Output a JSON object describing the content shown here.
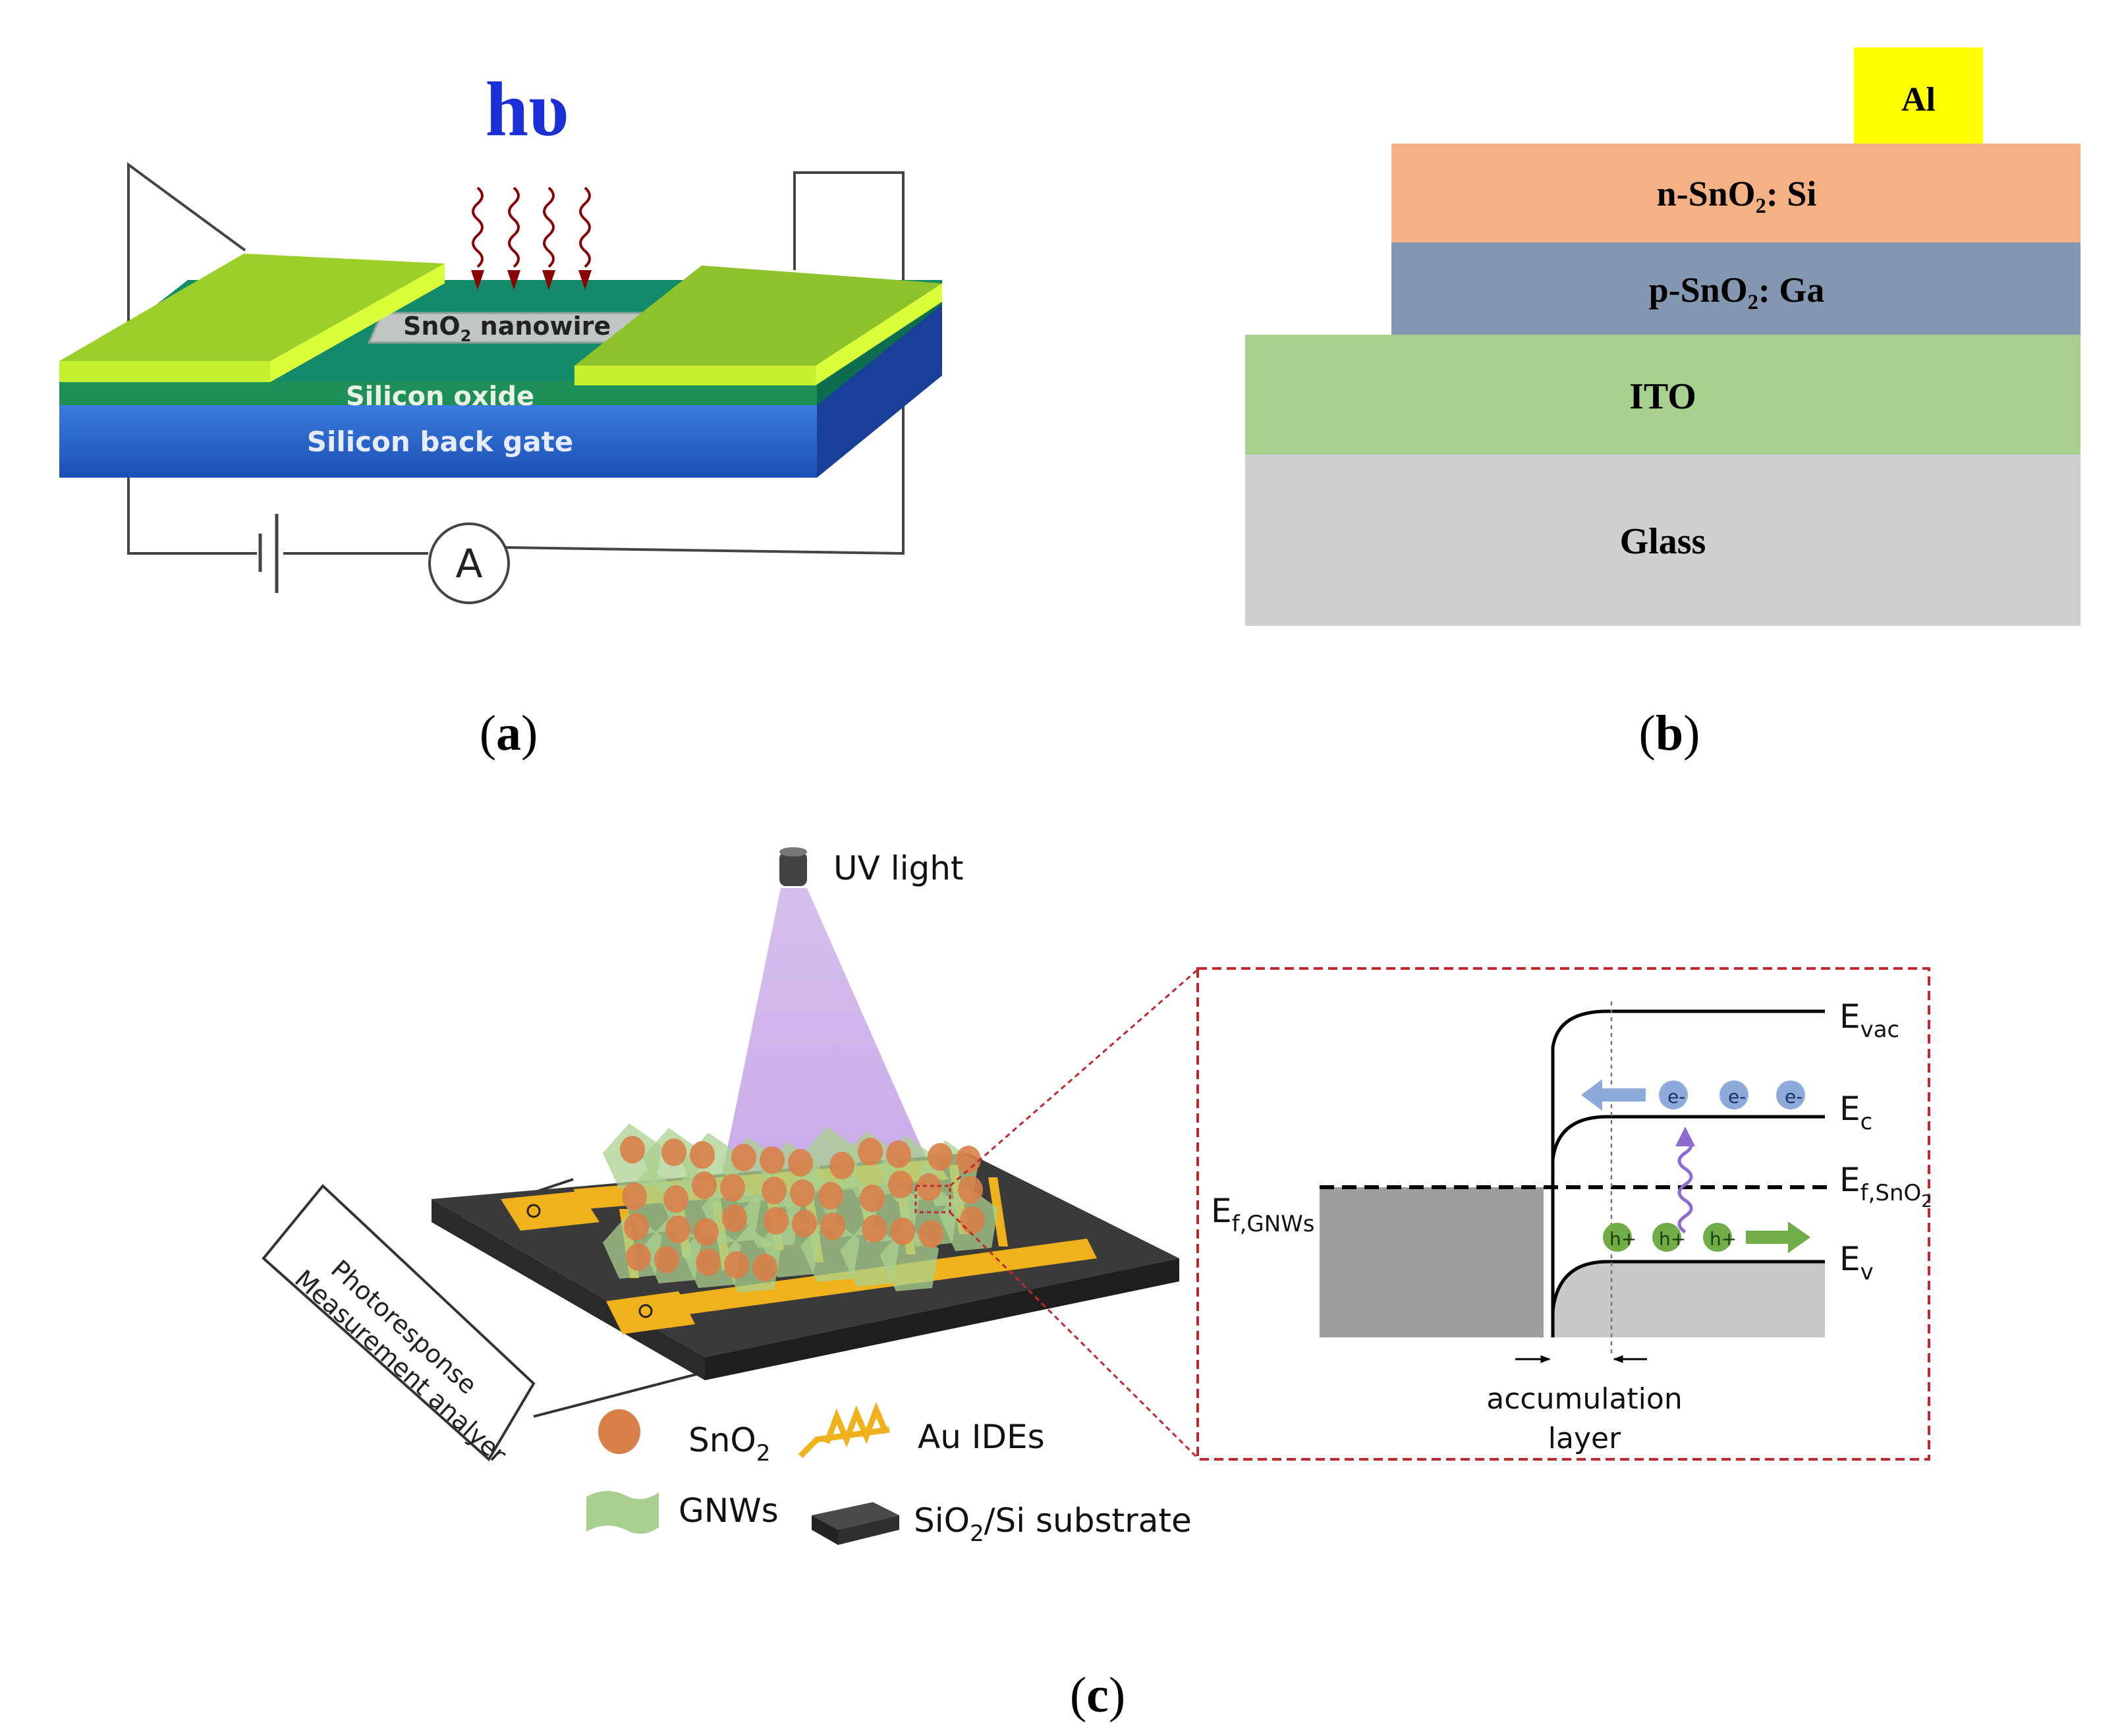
{
  "panel_a": {
    "photon": "hυ",
    "nanowire_label": "SnO",
    "nanowire_sub": "2",
    "nanowire_label_tail": " nanowire",
    "oxide_label": "Silicon oxide",
    "gate_label": "Silicon back gate",
    "meter_label": "A",
    "caption": {
      "open": "(",
      "letter": "a",
      "close": ")"
    }
  },
  "panel_b": {
    "layers": [
      {
        "label": "Al",
        "color": "#ffff00"
      },
      {
        "label": "n-SnO₂: Si",
        "color": "#f4b183"
      },
      {
        "label": "p-SnO₂: Ga",
        "color": "#8497b0"
      },
      {
        "label": "ITO",
        "color": "#a9d18e"
      },
      {
        "label": "Glass",
        "color": "#d0cece"
      }
    ],
    "caption": {
      "open": "(",
      "letter": "b",
      "close": ")"
    }
  },
  "panel_c": {
    "uv_label": "UV light",
    "analyzer_line1": "Photoresponse",
    "analyzer_line2": "Measurement analyer",
    "legend": {
      "sno2": "SnO",
      "sno2_sub": "2",
      "au_ides": "Au IDEs",
      "gnws": "GNWs",
      "substrate_pre": "SiO",
      "substrate_sub": "2",
      "substrate_post": "/Si substrate"
    },
    "band": {
      "e_vac": "E",
      "e_vac_sub": "vac",
      "e_c": "E",
      "e_c_sub": "c",
      "e_f_sno2": "E",
      "e_f_sno2_sub": "f,SnO",
      "e_f_sno2_sub2": "2",
      "e_f_gnws": "E",
      "e_f_gnws_sub": "f,GNWs",
      "e_v": "E",
      "e_v_sub": "v",
      "electron": "e",
      "electron_sup": "-",
      "hole": "h",
      "hole_sup": "+",
      "accumulation_line1": "accumulation",
      "accumulation_line2": "layer"
    },
    "caption": {
      "open": "(",
      "letter": "c",
      "close": ")"
    }
  }
}
